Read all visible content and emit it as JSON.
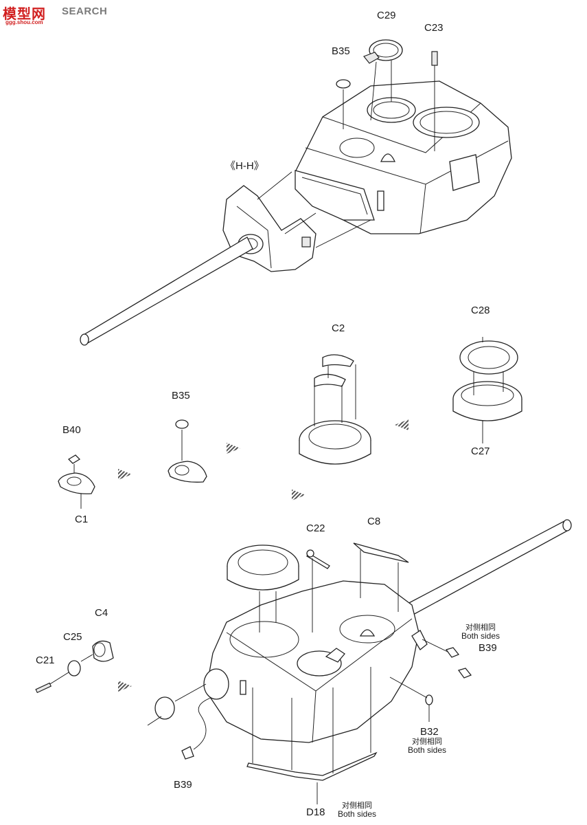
{
  "watermark": {
    "brand_cn": "模型网",
    "brand_en": "SEARCH",
    "url": "ggg.shou.com"
  },
  "diagram": {
    "step_top": {
      "labels": [
        "C29",
        "C23",
        "B35",
        "《H-H》"
      ]
    },
    "step_middle": {
      "labels": [
        "B40",
        "C1",
        "B35",
        "C2",
        "C28",
        "C27"
      ]
    },
    "step_bottom": {
      "labels": [
        "C22",
        "C8",
        "C4",
        "C25",
        "C21",
        "B39",
        "B32",
        "B39",
        "D18"
      ],
      "notes": [
        {
          "cn": "对侧相同",
          "en": "Both sides"
        },
        {
          "cn": "对侧相同",
          "en": "Both sides"
        },
        {
          "cn": "对侧相同",
          "en": "Both sides"
        }
      ]
    }
  },
  "colors": {
    "line": "#222222",
    "watermark_red": "#d11f1f",
    "watermark_gray": "#7a7a7a",
    "paper": "#ffffff"
  }
}
